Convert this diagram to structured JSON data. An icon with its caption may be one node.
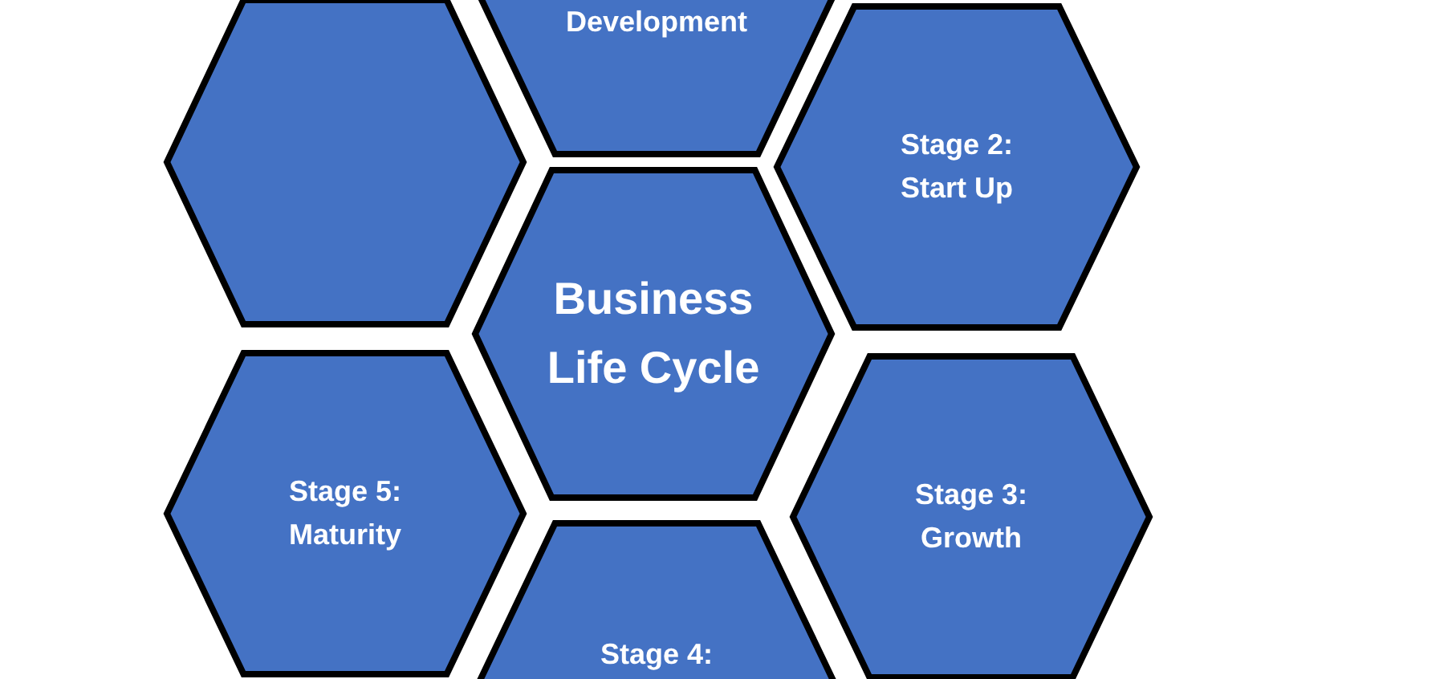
{
  "diagram": {
    "nodes": [
      {
        "text": [
          "Development"
        ]
      },
      {
        "text": [],
        "shape": "hexagon"
      },
      {
        "text": [
          "Stage 2: Start Up"
        ]
      },
      {
        "text": [
          "Business Life Cycle"
        ]
      },
      {
        "text": [
          "Stage 5: Maturity"
        ]
      },
      {
        "text": [
          "Stage 3: Growth"
        ]
      },
      {
        "text": [
          "Stage 4:"
        ]
      }
    ]
  }
}
